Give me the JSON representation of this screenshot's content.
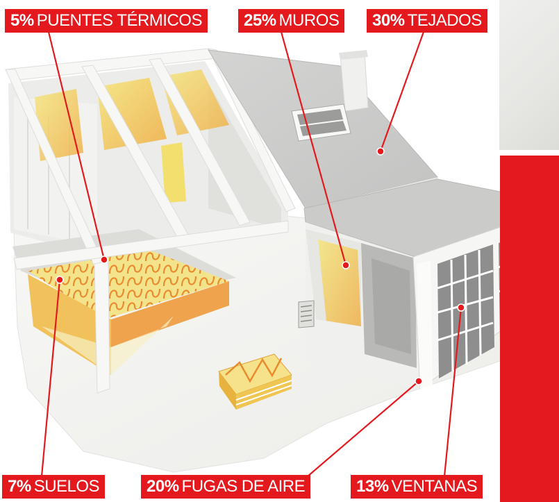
{
  "callouts": [
    {
      "id": "puentes",
      "percent": "5%",
      "text": "PUENTES TÉRMICOS"
    },
    {
      "id": "muros",
      "percent": "25%",
      "text": "MUROS"
    },
    {
      "id": "tejados",
      "percent": "30%",
      "text": "TEJADOS"
    },
    {
      "id": "suelos",
      "percent": "7%",
      "text": "SUELOS"
    },
    {
      "id": "fugas",
      "percent": "20%",
      "text": "FUGAS DE AIRE"
    },
    {
      "id": "ventanas",
      "percent": "13%",
      "text": "VENTANAS"
    }
  ],
  "colors": {
    "accent": "#e4191e",
    "label_text": "#ffffff",
    "house_white": "#f4f4f2",
    "roof_grey": "#c9c9c9",
    "insulation_yellow": "#f2e27a",
    "insulation_orange": "#ee9a3a"
  },
  "icons": [
    "house-cutaway-illustration",
    "insulation-package-icon",
    "side-photo-strip"
  ]
}
